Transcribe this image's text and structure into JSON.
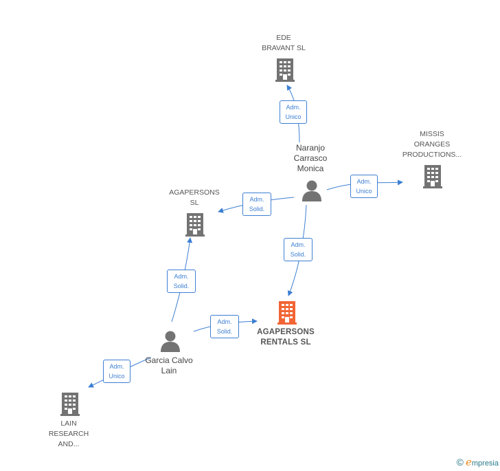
{
  "nodes": {
    "ede_bravant": {
      "line1": "EDE",
      "line2": "BRAVANT SL"
    },
    "missis": {
      "line1": "MISSIS",
      "line2": "ORANGES",
      "line3": "PRODUCTIONS..."
    },
    "agapersons_sl": {
      "line1": "AGAPERSONS",
      "line2": "SL"
    },
    "agapersons_rentals": {
      "line1": "AGAPERSONS",
      "line2": "RENTALS  SL"
    },
    "lain_research": {
      "line1": "LAIN",
      "line2": "RESEARCH",
      "line3": "AND..."
    },
    "naranjo": {
      "line1": "Naranjo",
      "line2": "Carrasco",
      "line3": "Monica"
    },
    "garcia": {
      "line1": "Garcia Calvo",
      "line2": "Lain"
    }
  },
  "edges": {
    "naranjo_ede": {
      "line1": "Adm.",
      "line2": "Unico"
    },
    "naranjo_missis": {
      "line1": "Adm.",
      "line2": "Unico"
    },
    "naranjo_agapersons_sl": {
      "line1": "Adm.",
      "line2": "Solid."
    },
    "naranjo_rentals": {
      "line1": "Adm.",
      "line2": "Solid."
    },
    "garcia_agapersons_sl": {
      "line1": "Adm.",
      "line2": "Solid."
    },
    "garcia_rentals": {
      "line1": "Adm.",
      "line2": "Solid."
    },
    "garcia_lain": {
      "line1": "Adm.",
      "line2": "Unico"
    }
  },
  "colors": {
    "edge": "#3d7fd3",
    "company_icon": "#737373",
    "main_company_icon": "#f26535",
    "person_icon": "#737373"
  },
  "footer": {
    "copyright": "©",
    "brand_initial": "e",
    "brand_rest": "mpresia"
  }
}
